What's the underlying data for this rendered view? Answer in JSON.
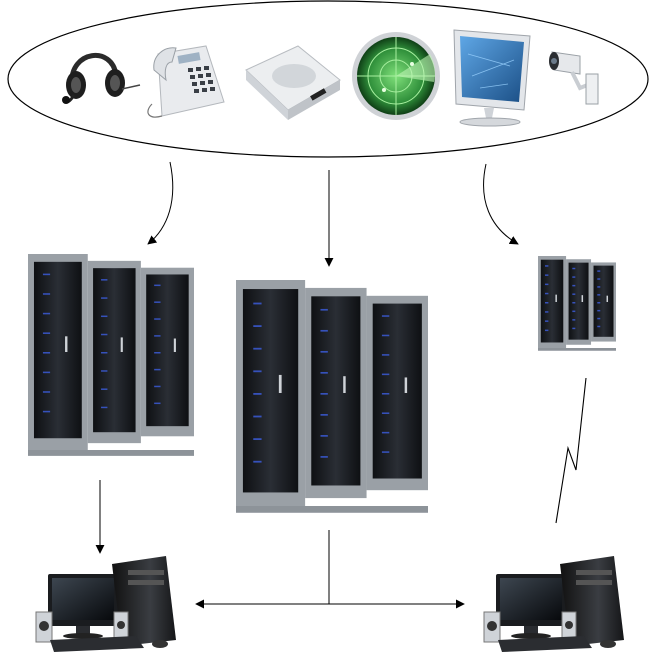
{
  "diagram": {
    "source_group": {
      "shape": "ellipse",
      "devices": [
        {
          "id": "headset",
          "icon": "headset-icon"
        },
        {
          "id": "desk-phone",
          "icon": "desk-phone-icon"
        },
        {
          "id": "speaker",
          "icon": "speaker-icon"
        },
        {
          "id": "radar",
          "icon": "radar-icon"
        },
        {
          "id": "monitor",
          "icon": "monitor-icon"
        },
        {
          "id": "cctv-camera",
          "icon": "security-camera-icon"
        }
      ]
    },
    "servers": [
      {
        "id": "server-rack-left",
        "icon": "server-rack-icon",
        "units": 3
      },
      {
        "id": "server-rack-center",
        "icon": "server-rack-icon",
        "units": 3
      },
      {
        "id": "server-rack-right",
        "icon": "server-rack-icon",
        "units": 3
      }
    ],
    "workstations": [
      {
        "id": "workstation-left",
        "icon": "desktop-computer-icon"
      },
      {
        "id": "workstation-right",
        "icon": "desktop-computer-icon"
      }
    ],
    "connections": [
      {
        "from": "source_group",
        "to": "server-rack-left",
        "style": "curved-arrow"
      },
      {
        "from": "source_group",
        "to": "server-rack-center",
        "style": "arrow"
      },
      {
        "from": "source_group",
        "to": "server-rack-right",
        "style": "curved-arrow"
      },
      {
        "from": "server-rack-left",
        "to": "workstation-left",
        "style": "arrow"
      },
      {
        "from": "server-rack-center",
        "to": "workstation-left",
        "style": "arrow"
      },
      {
        "from": "server-rack-center",
        "to": "workstation-right",
        "style": "arrow"
      },
      {
        "from": "workstation-right",
        "to": "server-rack-right",
        "style": "wireless-zigzag"
      }
    ],
    "colors": {
      "outline": "#000000",
      "rack_body": "#1c1f24",
      "rack_frame": "#9aa0a6",
      "rack_led": "#3b5bd6",
      "radar_green": "#2f8f3a",
      "screen_blue": "#2a6fb0"
    }
  }
}
